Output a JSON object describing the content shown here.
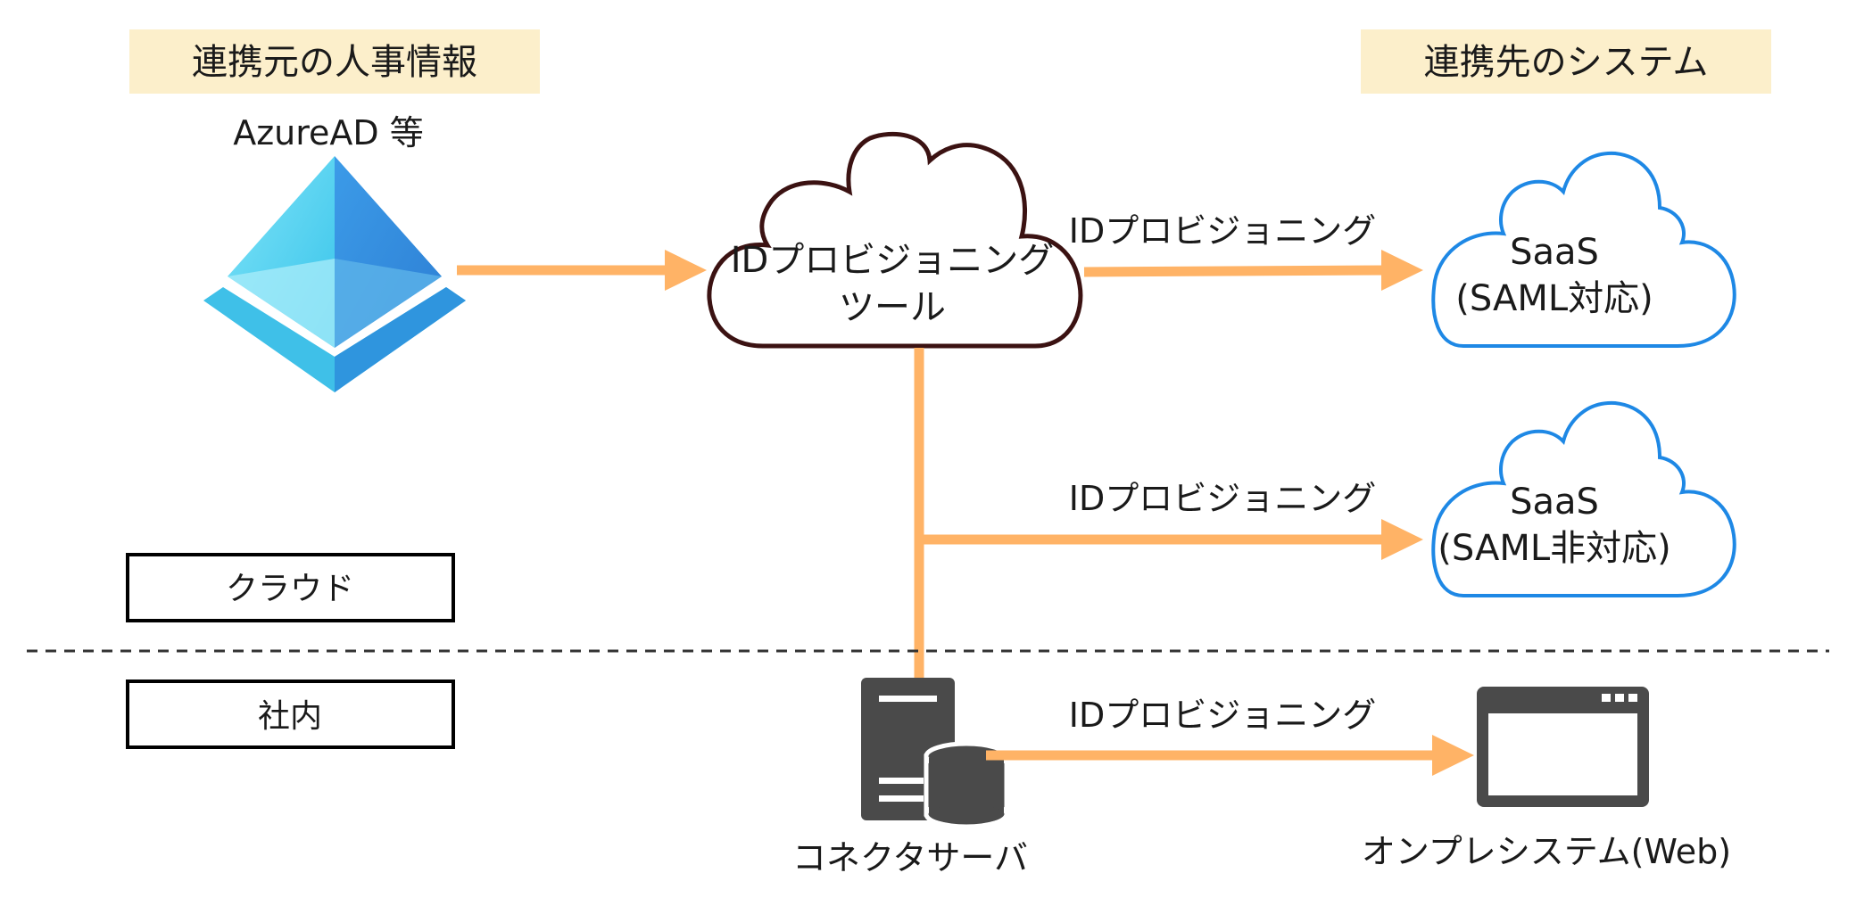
{
  "headers": {
    "source": "連携元の人事情報",
    "target": "連携先のシステム"
  },
  "source": {
    "label": "AzureAD 等",
    "icon": "azure-ad-pyramid-icon"
  },
  "tool": {
    "line1": "IDプロビジョニング",
    "line2": "ツール",
    "icon": "cloud-icon"
  },
  "arrows": {
    "label_saml": "IDプロビジョニング",
    "label_nonsaml": "IDプロビジョニング",
    "label_onprem": "IDプロビジョニング"
  },
  "saas_saml": {
    "line1": "SaaS",
    "line2": "(SAML対応)"
  },
  "saas_nonsaml": {
    "line1": "SaaS",
    "line2": "(SAML非対応)"
  },
  "zones": {
    "cloud": "クラウド",
    "internal": "社内"
  },
  "connector": {
    "label": "コネクタサーバ",
    "icon": "server-database-icon"
  },
  "onprem": {
    "label": "オンプレシステム(Web)",
    "icon": "browser-window-icon"
  },
  "colors": {
    "arrow": "#FFB366",
    "header_bg": "#FCEFCB",
    "saas_cloud": "#1E88E5",
    "tool_cloud": "#3B1212",
    "server": "#4A4A4A"
  }
}
